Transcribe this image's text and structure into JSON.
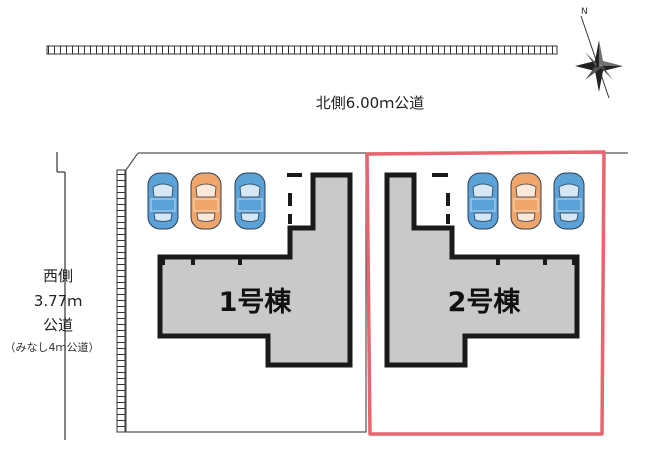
{
  "roads": {
    "north": {
      "label": "北側6.00ｍ公道"
    },
    "west": {
      "line1": "西側",
      "line2": "3.77ｍ",
      "line3": "公道",
      "note": "（みなし4ｍ公道）"
    }
  },
  "buildings": [
    {
      "label": "1号棟"
    },
    {
      "label": "2号棟"
    }
  ],
  "compass": {
    "label": "N"
  },
  "colors": {
    "car_blue": "#5aa2d8",
    "car_orange": "#f0a56a",
    "building_fill": "#c9c9c9",
    "highlight": "#e8646e"
  },
  "cars": [
    {
      "lot": 1,
      "color": "blue"
    },
    {
      "lot": 1,
      "color": "orange"
    },
    {
      "lot": 1,
      "color": "blue"
    },
    {
      "lot": 2,
      "color": "blue"
    },
    {
      "lot": 2,
      "color": "orange"
    },
    {
      "lot": 2,
      "color": "blue"
    }
  ]
}
